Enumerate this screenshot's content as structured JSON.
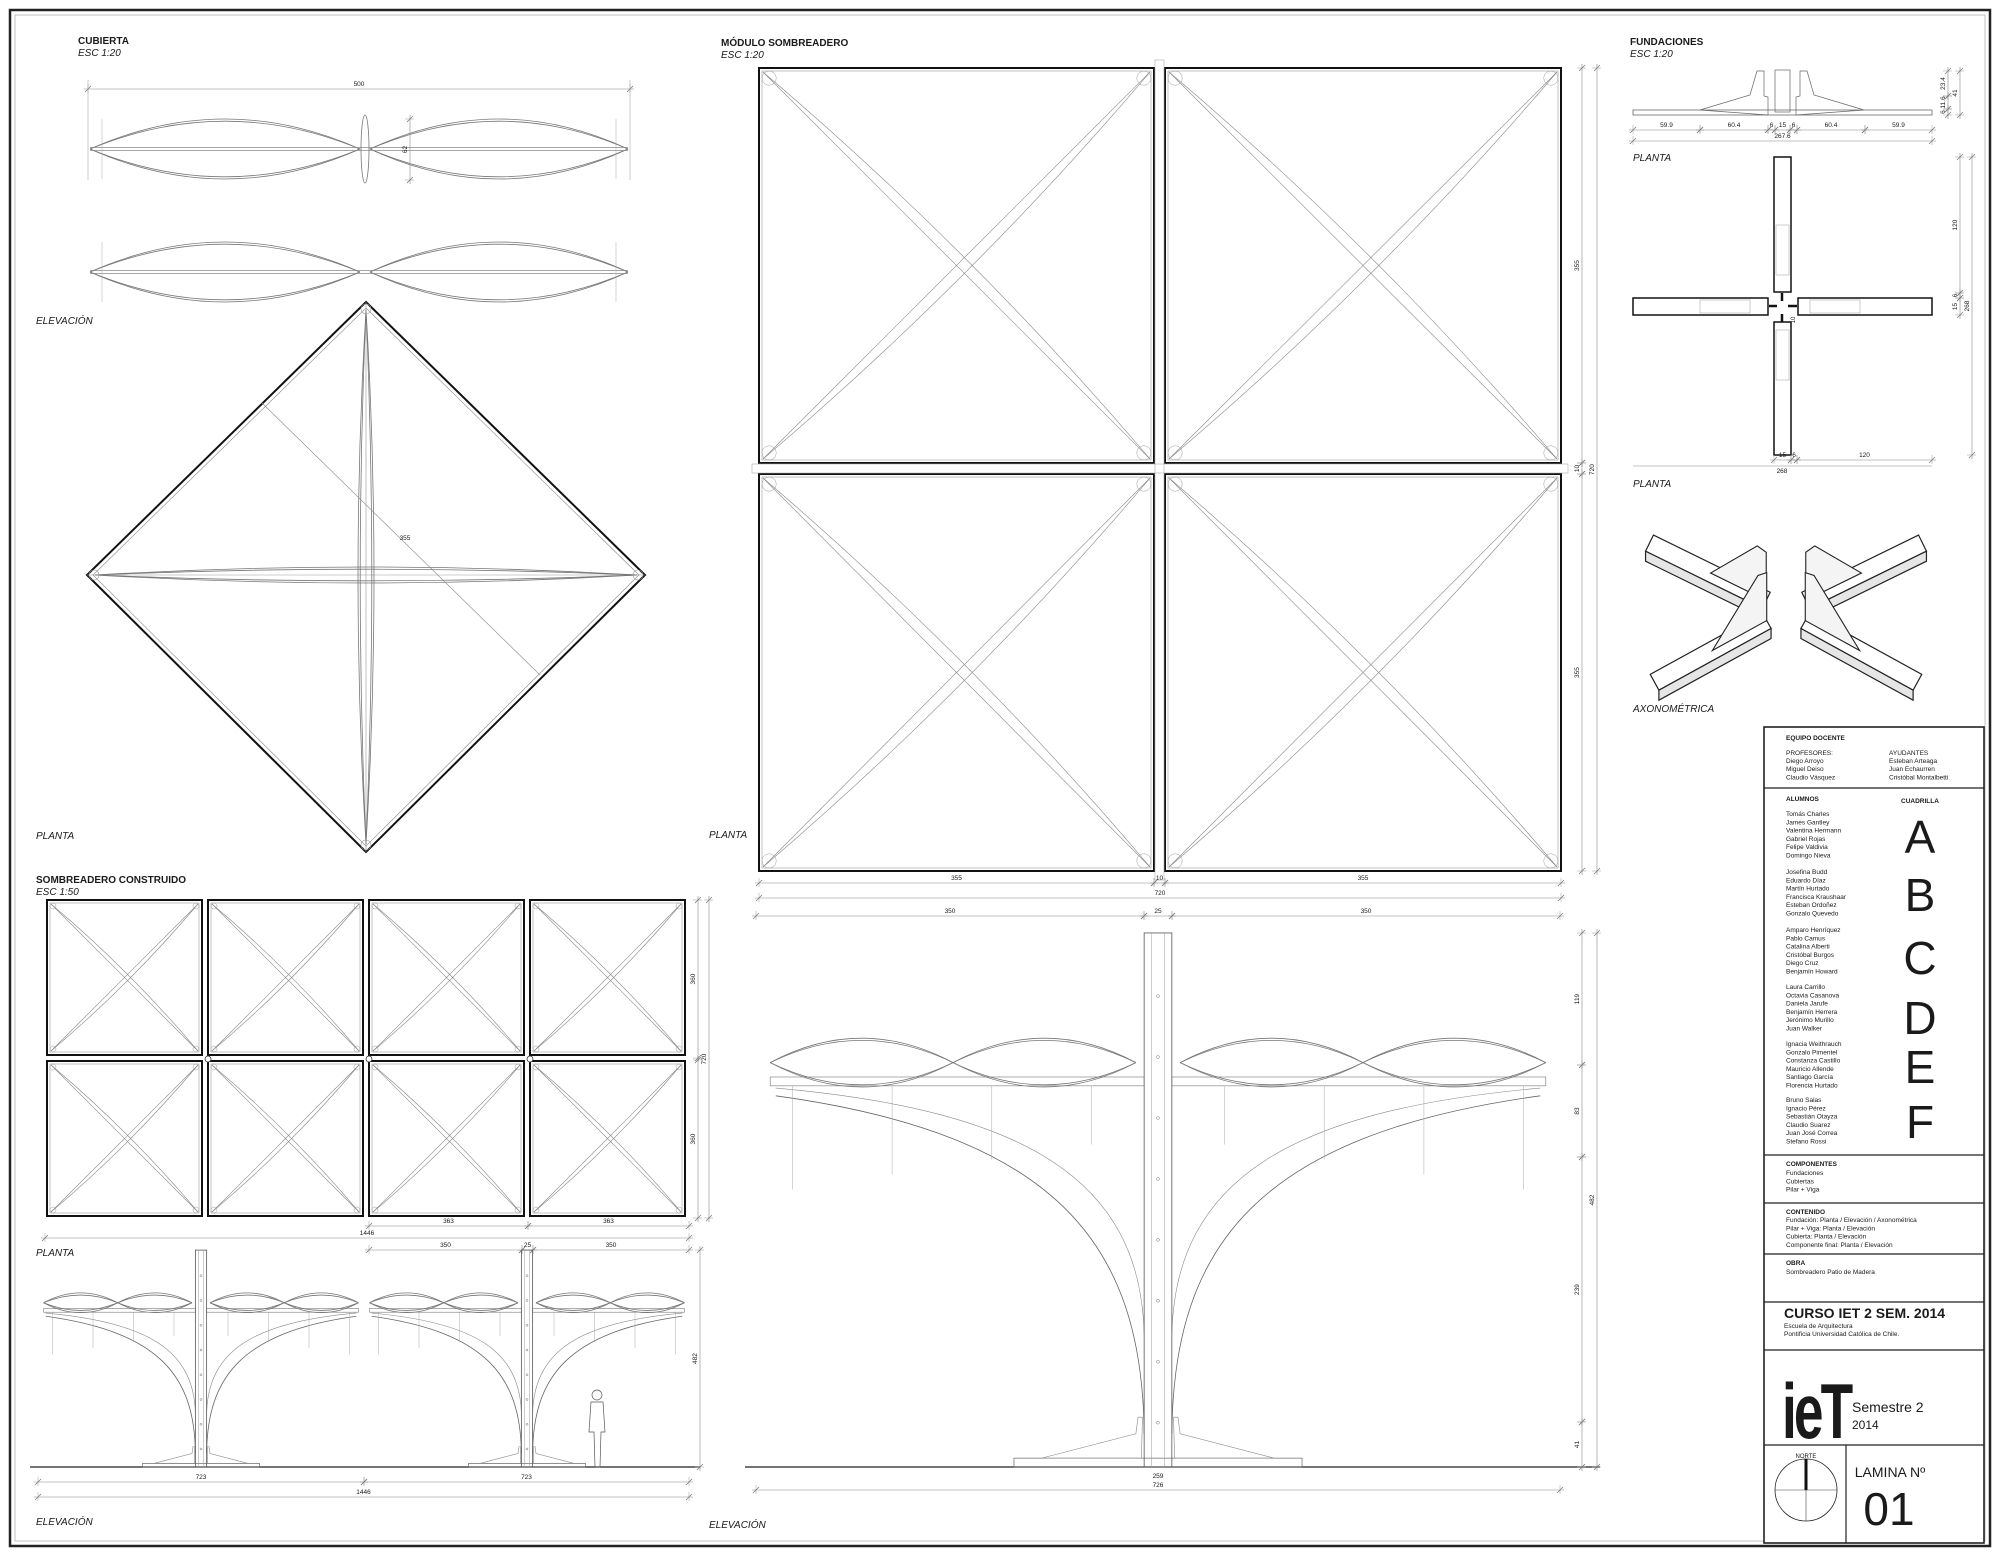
{
  "cubierta": {
    "title": "CUBIERTA",
    "scale": "ESC 1:20",
    "elevation_label": "ELEVACIÓN",
    "plan_label": "PLANTA",
    "dims": [
      "500",
      "62",
      "355"
    ]
  },
  "modulo": {
    "title": "MÓDULO SOMBREADERO",
    "scale": "ESC 1:20",
    "plan_label": "PLANTA",
    "elevation_label": "ELEVACIÓN",
    "plan_dims": [
      "355",
      "10",
      "355",
      "720",
      "355",
      "10",
      "355",
      "720"
    ],
    "elev_dims": [
      "350",
      "25",
      "350",
      "119",
      "83",
      "239",
      "41",
      "482",
      "259",
      "726"
    ]
  },
  "construido": {
    "title": "SOMBREADERO CONSTRUIDO",
    "scale": "ESC 1:50",
    "plan_label": "PLANTA",
    "elevation_label": "ELEVACIÓN",
    "plan_dims": [
      "363",
      "363",
      "1446",
      "350",
      "25",
      "350",
      "360",
      "720",
      "360"
    ],
    "elev_dims": [
      "723",
      "723",
      "1446",
      "482"
    ]
  },
  "fundaciones": {
    "title": "FUNDACIONES",
    "scale": "ESC 1:20",
    "plan_label_1": "PLANTA",
    "plan_label_2": "PLANTA",
    "axo_label": "AXONOMÉTRICA",
    "elev_dims": [
      "59.9",
      "60.4",
      "6",
      "15",
      "6",
      "60.4",
      "59.9",
      "267.6",
      "23.4",
      "11.6",
      "6",
      "41"
    ],
    "plan_dims": [
      "120",
      "6",
      "15",
      "268",
      "10",
      "15",
      "6",
      "268",
      "120"
    ]
  },
  "title_block": {
    "equipo_docente": "EQUIPO DOCENTE",
    "profesores_label": "PROFESORES:",
    "profesores": [
      "Diego Arroyo",
      "Miguel Deiso",
      "Claudio Vásquez"
    ],
    "ayudantes_label": "AYUDANTES",
    "ayudantes": [
      "Esteban Arteaga",
      "Juan Echaurren",
      "Cristóbal Montalbetti"
    ],
    "alumnos_label": "ALUMNOS",
    "cuadrilla_label": "CUADRILLA",
    "groups": [
      {
        "letter": "A",
        "members": [
          "Tomás Charles",
          "James Gantley",
          "Valentina Hermann",
          "Gabriel Rojas",
          "Felipe Valdivia",
          "Domingo Nieva"
        ]
      },
      {
        "letter": "B",
        "members": [
          "Josefina Budd",
          "Eduardo Díaz",
          "Martín Hurtado",
          "Francisca Kraushaar",
          "Esteban Ordoñez",
          "Gonzalo Quevedo"
        ]
      },
      {
        "letter": "C",
        "members": [
          "Amparo Henríquez",
          "Pablo Camus",
          "Catalina Alberti",
          "Cristóbal Burgos",
          "Diego Cruz",
          "Benjamín Howard"
        ]
      },
      {
        "letter": "D",
        "members": [
          "Laura Carrillo",
          "Octavia Casanova",
          "Daniela Jarufe",
          "Benjamín Herrera",
          "Jerónimo Murillo",
          "Juan Walker"
        ]
      },
      {
        "letter": "E",
        "members": [
          "Ignacia Weithrauch",
          "Gonzalo Pimentel",
          "Constanza Castillo",
          "Mauricio Allende",
          "Santiago García",
          "Florencia Hurtado"
        ]
      },
      {
        "letter": "F",
        "members": [
          "Bruno Salas",
          "Ignacio Pérez",
          "Sebastián Otayza",
          "Claudio Suarez",
          "Juan José Correa",
          "Stefano Rossi"
        ]
      }
    ],
    "componentes_label": "COMPONENTES",
    "componentes": [
      "Fundaciones",
      "Cubiertas",
      "Pilar + Viga"
    ],
    "contenido_label": "CONTENIDO",
    "contenido": [
      "Fundación: Planta / Elevación / Axonométrica",
      "Pilar + Viga: Planta / Elevación",
      "Cubierta: Planta / Elevación",
      "Componente final: Planta / Elevación"
    ],
    "obra_label": "OBRA",
    "obra": "Sombreadero Patio de Madera",
    "curso": "CURSO IET 2 SEM. 2014",
    "escuela": "Escuela de Arquitectura",
    "universidad": "Pontificia Universidad Católica de Chile.",
    "logo_text": "ieT",
    "semestre": "Semestre 2",
    "year": "2014",
    "norte": "NORTE",
    "lamina_label": "LAMINA Nº",
    "lamina_number": "01"
  }
}
